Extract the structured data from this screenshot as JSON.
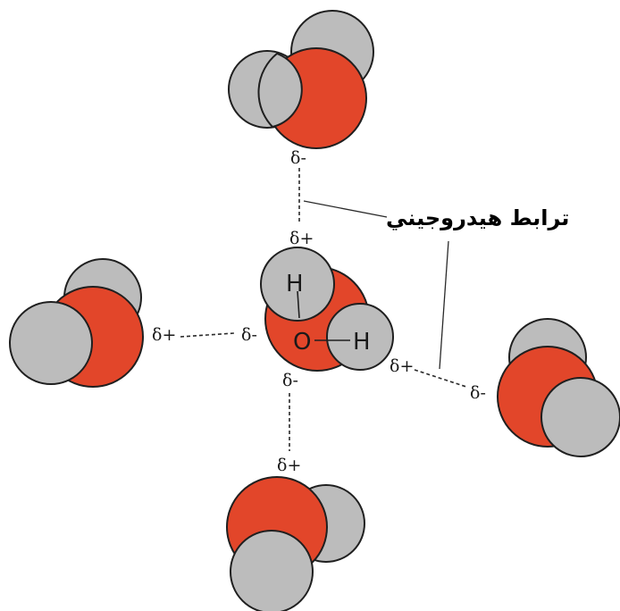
{
  "label": "ترابط هيدروجيني",
  "central_molecule": {
    "atoms": [
      "H",
      "O",
      "H"
    ]
  },
  "charges": {
    "top_neg": "δ-",
    "top_pos": "δ+",
    "left_pos": "δ+",
    "left_neg": "δ-",
    "right_pos": "δ+",
    "right_neg": "δ-",
    "bottom_neg": "δ-",
    "bottom_pos": "δ+"
  },
  "colors": {
    "oxygen": "#e2462a",
    "hydrogen": "#bcbcbc",
    "outline": "#1f1f1f"
  }
}
